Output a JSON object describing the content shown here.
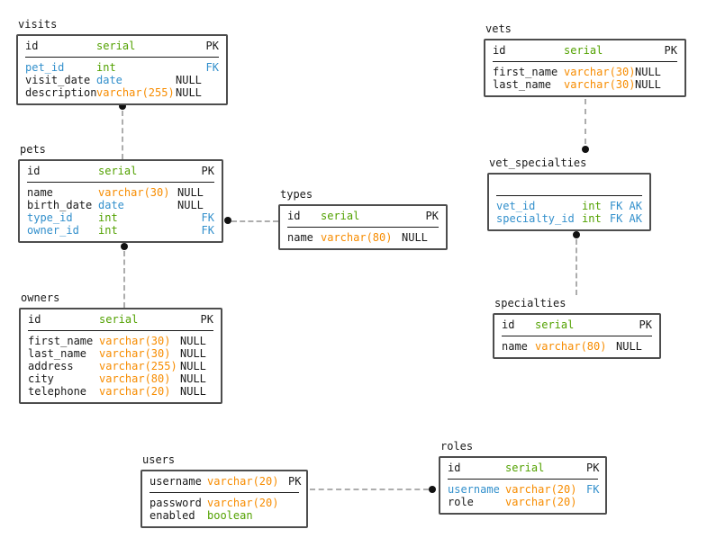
{
  "colors": {
    "text": "#1a1a1a",
    "green": "#52a100",
    "orange": "#f78c00",
    "blue": "#3390cc",
    "border": "#4d4d4d",
    "connector": "#adadad",
    "dot": "#111111"
  },
  "tables": {
    "visits": {
      "title": "visits",
      "header": [
        {
          "name": "id",
          "name_color": "text",
          "type": "serial",
          "type_color": "green",
          "nullable": "",
          "key": "PK",
          "key_color": "text"
        }
      ],
      "rows": [
        {
          "name": "pet_id",
          "name_color": "blue",
          "type": "int",
          "type_color": "green",
          "nullable": "",
          "key": "FK",
          "key_color": "blue"
        },
        {
          "name": "visit_date",
          "name_color": "text",
          "type": "date",
          "type_color": "blue",
          "nullable": "NULL",
          "key": "",
          "key_color": "text"
        },
        {
          "name": "description",
          "name_color": "text",
          "type": "varchar(255)",
          "type_color": "orange",
          "nullable": "NULL",
          "key": "",
          "key_color": "text"
        }
      ]
    },
    "pets": {
      "title": "pets",
      "header": [
        {
          "name": "id",
          "name_color": "text",
          "type": "serial",
          "type_color": "green",
          "nullable": "",
          "key": "PK",
          "key_color": "text"
        }
      ],
      "rows": [
        {
          "name": "name",
          "name_color": "text",
          "type": "varchar(30)",
          "type_color": "orange",
          "nullable": "NULL",
          "key": "",
          "key_color": "text"
        },
        {
          "name": "birth_date",
          "name_color": "text",
          "type": "date",
          "type_color": "blue",
          "nullable": "NULL",
          "key": "",
          "key_color": "text"
        },
        {
          "name": "type_id",
          "name_color": "blue",
          "type": "int",
          "type_color": "green",
          "nullable": "",
          "key": "FK",
          "key_color": "blue"
        },
        {
          "name": "owner_id",
          "name_color": "blue",
          "type": "int",
          "type_color": "green",
          "nullable": "",
          "key": "FK",
          "key_color": "blue"
        }
      ]
    },
    "types": {
      "title": "types",
      "header": [
        {
          "name": "id",
          "name_color": "text",
          "type": "serial",
          "type_color": "green",
          "nullable": "",
          "key": "PK",
          "key_color": "text"
        }
      ],
      "rows": [
        {
          "name": "name",
          "name_color": "text",
          "type": "varchar(80)",
          "type_color": "orange",
          "nullable": "NULL",
          "key": "",
          "key_color": "text"
        }
      ]
    },
    "owners": {
      "title": "owners",
      "header": [
        {
          "name": "id",
          "name_color": "text",
          "type": "serial",
          "type_color": "green",
          "nullable": "",
          "key": "PK",
          "key_color": "text"
        }
      ],
      "rows": [
        {
          "name": "first_name",
          "name_color": "text",
          "type": "varchar(30)",
          "type_color": "orange",
          "nullable": "NULL",
          "key": "",
          "key_color": "text"
        },
        {
          "name": "last_name",
          "name_color": "text",
          "type": "varchar(30)",
          "type_color": "orange",
          "nullable": "NULL",
          "key": "",
          "key_color": "text"
        },
        {
          "name": "address",
          "name_color": "text",
          "type": "varchar(255)",
          "type_color": "orange",
          "nullable": "NULL",
          "key": "",
          "key_color": "text"
        },
        {
          "name": "city",
          "name_color": "text",
          "type": "varchar(80)",
          "type_color": "orange",
          "nullable": "NULL",
          "key": "",
          "key_color": "text"
        },
        {
          "name": "telephone",
          "name_color": "text",
          "type": "varchar(20)",
          "type_color": "orange",
          "nullable": "NULL",
          "key": "",
          "key_color": "text"
        }
      ]
    },
    "vets": {
      "title": "vets",
      "header": [
        {
          "name": "id",
          "name_color": "text",
          "type": "serial",
          "type_color": "green",
          "nullable": "",
          "key": "PK",
          "key_color": "text"
        }
      ],
      "rows": [
        {
          "name": "first_name",
          "name_color": "text",
          "type": "varchar(30)",
          "type_color": "orange",
          "nullable": "NULL",
          "key": "",
          "key_color": "text"
        },
        {
          "name": "last_name",
          "name_color": "text",
          "type": "varchar(30)",
          "type_color": "orange",
          "nullable": "NULL",
          "key": "",
          "key_color": "text"
        }
      ]
    },
    "vet_specialties": {
      "title": "vet_specialties",
      "header": [
        {
          "name": "",
          "name_color": "text",
          "type": "",
          "type_color": "text",
          "nullable": "",
          "key": "",
          "key_color": "text"
        }
      ],
      "rows": [
        {
          "name": "vet_id",
          "name_color": "blue",
          "type": "int",
          "type_color": "green",
          "nullable": "",
          "key": "FK AK",
          "key_color": "blue"
        },
        {
          "name": "specialty_id",
          "name_color": "blue",
          "type": "int",
          "type_color": "green",
          "nullable": "",
          "key": "FK AK",
          "key_color": "blue"
        }
      ]
    },
    "specialties": {
      "title": "specialties",
      "header": [
        {
          "name": "id",
          "name_color": "text",
          "type": "serial",
          "type_color": "green",
          "nullable": "",
          "key": "PK",
          "key_color": "text"
        }
      ],
      "rows": [
        {
          "name": "name",
          "name_color": "text",
          "type": "varchar(80)",
          "type_color": "orange",
          "nullable": "NULL",
          "key": "",
          "key_color": "text"
        }
      ]
    },
    "users": {
      "title": "users",
      "header": [
        {
          "name": "username",
          "name_color": "text",
          "type": "varchar(20)",
          "type_color": "orange",
          "nullable": "",
          "key": "PK",
          "key_color": "text"
        }
      ],
      "rows": [
        {
          "name": "password",
          "name_color": "text",
          "type": "varchar(20)",
          "type_color": "orange",
          "nullable": "",
          "key": "",
          "key_color": "text"
        },
        {
          "name": "enabled",
          "name_color": "text",
          "type": "boolean",
          "type_color": "green",
          "nullable": "",
          "key": "",
          "key_color": "text"
        }
      ]
    },
    "roles": {
      "title": "roles",
      "header": [
        {
          "name": "id",
          "name_color": "text",
          "type": "serial",
          "type_color": "green",
          "nullable": "",
          "key": "PK",
          "key_color": "text"
        }
      ],
      "rows": [
        {
          "name": "username",
          "name_color": "blue",
          "type": "varchar(20)",
          "type_color": "orange",
          "nullable": "",
          "key": "FK",
          "key_color": "blue"
        },
        {
          "name": "role",
          "name_color": "text",
          "type": "varchar(20)",
          "type_color": "orange",
          "nullable": "",
          "key": "",
          "key_color": "text"
        }
      ]
    }
  },
  "connectors": [
    {
      "from": "visits",
      "to": "pets"
    },
    {
      "from": "pets",
      "to": "types"
    },
    {
      "from": "pets",
      "to": "owners"
    },
    {
      "from": "vets",
      "to": "vet_specialties"
    },
    {
      "from": "vet_specialties",
      "to": "specialties"
    },
    {
      "from": "users",
      "to": "roles"
    }
  ]
}
